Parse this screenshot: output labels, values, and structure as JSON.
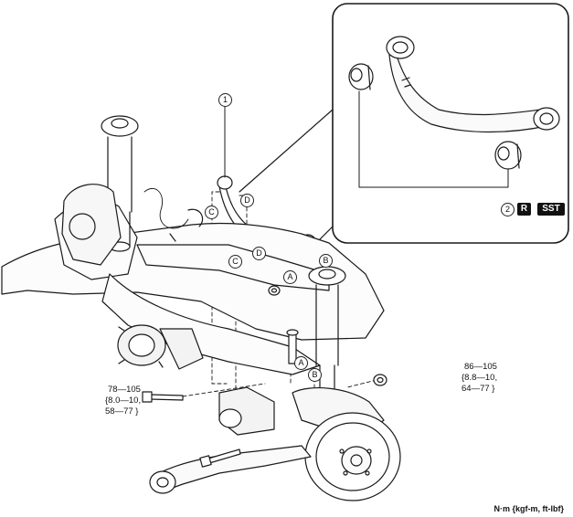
{
  "callouts": {
    "part1": "1",
    "part2": "2",
    "A": "A",
    "B": "B",
    "C": "C",
    "D": "D"
  },
  "badges": {
    "replace": "R",
    "sst": "SST"
  },
  "torque_left": {
    "line1": "78—105",
    "line2": "{8.0—10,",
    "line3": "58—77 }"
  },
  "torque_right": {
    "line1": "86—105",
    "line2": "{8.8—10,",
    "line3": "64—77 }"
  },
  "units": "N·m {kgf-m, ft-lbf}"
}
